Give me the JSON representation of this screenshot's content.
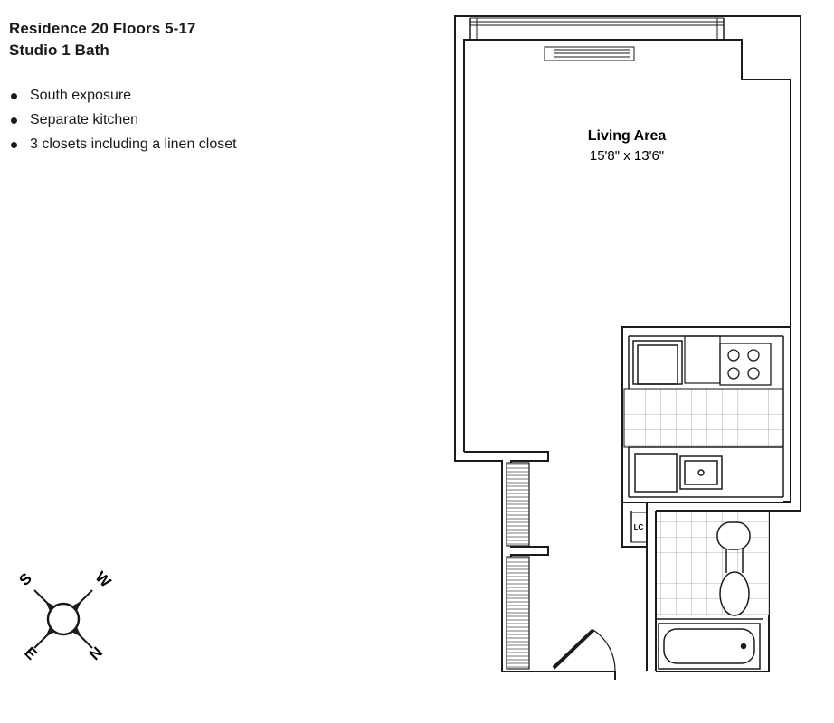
{
  "residence": {
    "title_line1": "Residence 20 Floors 5-17",
    "title_line2": "Studio 1 Bath"
  },
  "features": [
    "South exposure",
    "Separate kitchen",
    "3 closets including a linen closet"
  ],
  "compass": {
    "s": "S",
    "w": "W",
    "e": "E",
    "n": "N"
  },
  "rooms": {
    "living_name": "Living Area",
    "living_dims": "15'8\" x 13'6\"",
    "linen_closet": "LC"
  }
}
